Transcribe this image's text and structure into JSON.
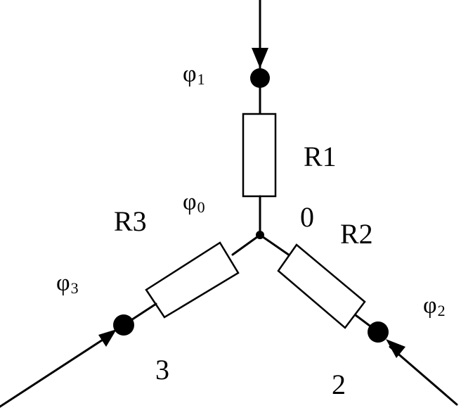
{
  "labels": {
    "R1": "R1",
    "R2": "R2",
    "R3": "R3",
    "node0": "0",
    "node2": "2",
    "node3": "3",
    "phi_symbol": "φ",
    "phi0_sub": "0",
    "phi1_sub": "1",
    "phi2_sub": "2",
    "phi3_sub": "3"
  },
  "colors": {
    "line": "#000000",
    "background": "#ffffff"
  }
}
